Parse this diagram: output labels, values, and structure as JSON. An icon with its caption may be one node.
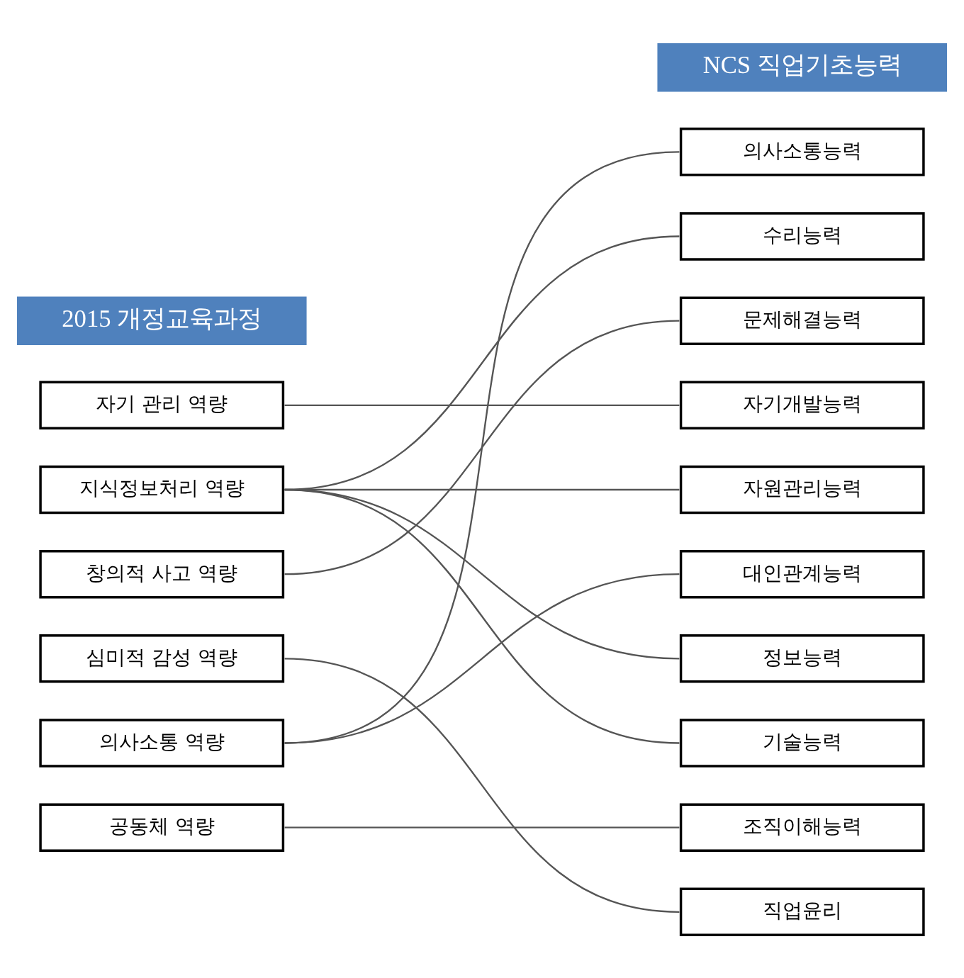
{
  "diagram": {
    "nodes": [
      {
        "text": [
          "2015 개정교육과정"
        ]
      },
      {
        "text": [
          "NCS 직업기초능력"
        ]
      },
      {
        "text": [
          "자기 관리 역량"
        ]
      },
      {
        "text": [
          "지식정보처리 역량"
        ]
      },
      {
        "text": [
          "창의적 사고 역량"
        ]
      },
      {
        "text": [
          "심미적 감성 역량"
        ]
      },
      {
        "text": [
          "의사소통 역량"
        ]
      },
      {
        "text": [
          "공동체 역량"
        ]
      },
      {
        "text": [
          "의사소통능력"
        ]
      },
      {
        "text": [
          "수리능력"
        ]
      },
      {
        "text": [
          "문제해결능력"
        ]
      },
      {
        "text": [
          "자기개발능력"
        ]
      },
      {
        "text": [
          "자원관리능력"
        ]
      },
      {
        "text": [
          "대인관계능력"
        ]
      },
      {
        "text": [
          "정보능력"
        ]
      },
      {
        "text": [
          "기술능력"
        ]
      },
      {
        "text": [
          "조직이해능력"
        ]
      },
      {
        "text": [
          "직업윤리"
        ]
      }
    ],
    "edges": [
      {
        "from": 2,
        "to": 11,
        "arrow": "none"
      },
      {
        "from": 3,
        "to": 9,
        "arrow": "none"
      },
      {
        "from": 3,
        "to": 12,
        "arrow": "none"
      },
      {
        "from": 3,
        "to": 14,
        "arrow": "none"
      },
      {
        "from": 3,
        "to": 15,
        "arrow": "none"
      },
      {
        "from": 4,
        "to": 10,
        "arrow": "none"
      },
      {
        "from": 5,
        "to": 17,
        "arrow": "none"
      },
      {
        "from": 6,
        "to": 8,
        "arrow": "none"
      },
      {
        "from": 6,
        "to": 13,
        "arrow": "none"
      },
      {
        "from": 7,
        "to": 16,
        "arrow": "none"
      }
    ]
  }
}
